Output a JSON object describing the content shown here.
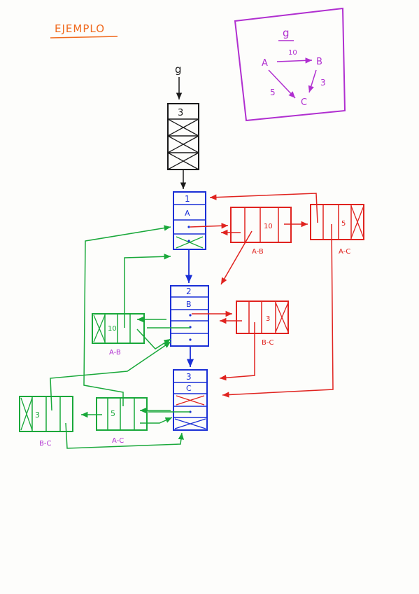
{
  "title": "EJEMPLO",
  "colors": {
    "title": "#f06a1e",
    "purple": "#b02fd0",
    "blue": "#1a2fd6",
    "red": "#e0231f",
    "green": "#19a83a",
    "black": "#1a1a1a"
  },
  "graph": {
    "name": "g",
    "nodes": [
      "A",
      "B",
      "C"
    ],
    "edges": [
      {
        "from": "A",
        "to": "B",
        "weight": "10"
      },
      {
        "from": "B",
        "to": "C",
        "weight": "3"
      },
      {
        "from": "A",
        "to": "C",
        "weight": "5"
      }
    ]
  },
  "pointer": "g",
  "header_node": {
    "count": "3"
  },
  "vertices": [
    {
      "index": "1",
      "name": "A"
    },
    {
      "index": "2",
      "name": "B"
    },
    {
      "index": "3",
      "name": "C"
    }
  ],
  "edge_nodes": {
    "ab_red": {
      "weight": "10",
      "label": "A-B"
    },
    "ac_red": {
      "weight": "5",
      "label": "A-C"
    },
    "bc_red": {
      "weight": "3",
      "label": "B-C"
    },
    "ab_green": {
      "weight": "10",
      "label": "A-B"
    },
    "ac_green": {
      "weight": "5",
      "label": "A-C"
    },
    "bc_green": {
      "weight": "3",
      "label": "B-C"
    }
  }
}
